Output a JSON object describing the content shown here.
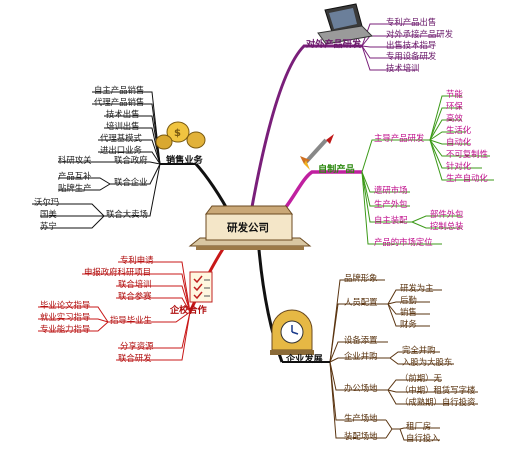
{
  "center": "研发公司",
  "branches": {
    "external": {
      "title": "对外产品研发",
      "items": [
        "专利产品出售",
        "对外承接产品研发",
        "出售技术指导",
        "专用设备研发",
        "技术培训"
      ]
    },
    "own_product": {
      "title": "自制产品",
      "main_dev": "主导产品研发",
      "features": [
        "节能",
        "环保",
        "高效",
        "生活化",
        "自动化",
        "不可复制性",
        "针对化",
        "生产自动化"
      ],
      "items": [
        "遗研市场",
        "生产外包",
        "自主装配",
        "产品的市场定位"
      ],
      "assembly_sub": [
        "部件外包",
        "控制总装"
      ]
    },
    "enterprise": {
      "title": "企业发展",
      "brand": "品牌形象",
      "staff": "人员配置",
      "staff_sub": [
        "研发为主",
        "后勤",
        "销售",
        "财务"
      ],
      "equipment": "设备添置",
      "merger": "企业并购",
      "merger_sub": [
        "完全并购",
        "入股为大股东"
      ],
      "office": "办公场地",
      "office_sub": [
        "（前期）无",
        "（中期）租赁写字楼",
        "（成熟期）自行投资"
      ],
      "production": "生产场地",
      "assembly": "装配场地",
      "site_sub": [
        "租厂房",
        "自行投入"
      ]
    },
    "school": {
      "title": "企校合作",
      "items": [
        "专利申请",
        "申报政府科研项目",
        "联合培训",
        "联合参赛",
        "指导毕业生",
        "分享资源",
        "联合研发"
      ],
      "grad_sub": [
        "毕业论文指导",
        "就业实习指导",
        "专业能力指导"
      ]
    },
    "sales": {
      "title": "销售业务",
      "group1": [
        "自主产品销售",
        "代理产品销售",
        "技术出售",
        "培训出售",
        "代理基模式",
        "进出口业务"
      ],
      "gov": "联合政府",
      "gov_sub": [
        "科研攻关"
      ],
      "ent": "联合企业",
      "ent_sub": [
        "产品互补",
        "贴牌生产"
      ],
      "store": "联合大卖场",
      "store_sub": [
        "沃尔玛",
        "国美",
        "苏宁"
      ]
    }
  },
  "colors": {
    "external": "#7a1f7a",
    "own_product": "#3c9a18",
    "enterprise": "#111111",
    "school": "#c81818",
    "sales": "#111111",
    "text_purple": "#6a1a6a",
    "text_green": "#2e8a12",
    "text_magenta": "#c0108c",
    "text_brown": "#5a3410",
    "text_dark": "#222222",
    "text_red": "#b01010"
  },
  "icons": [
    "laptop-icon",
    "rocket-icon",
    "clock-icon",
    "checklist-icon",
    "coins-icon"
  ]
}
